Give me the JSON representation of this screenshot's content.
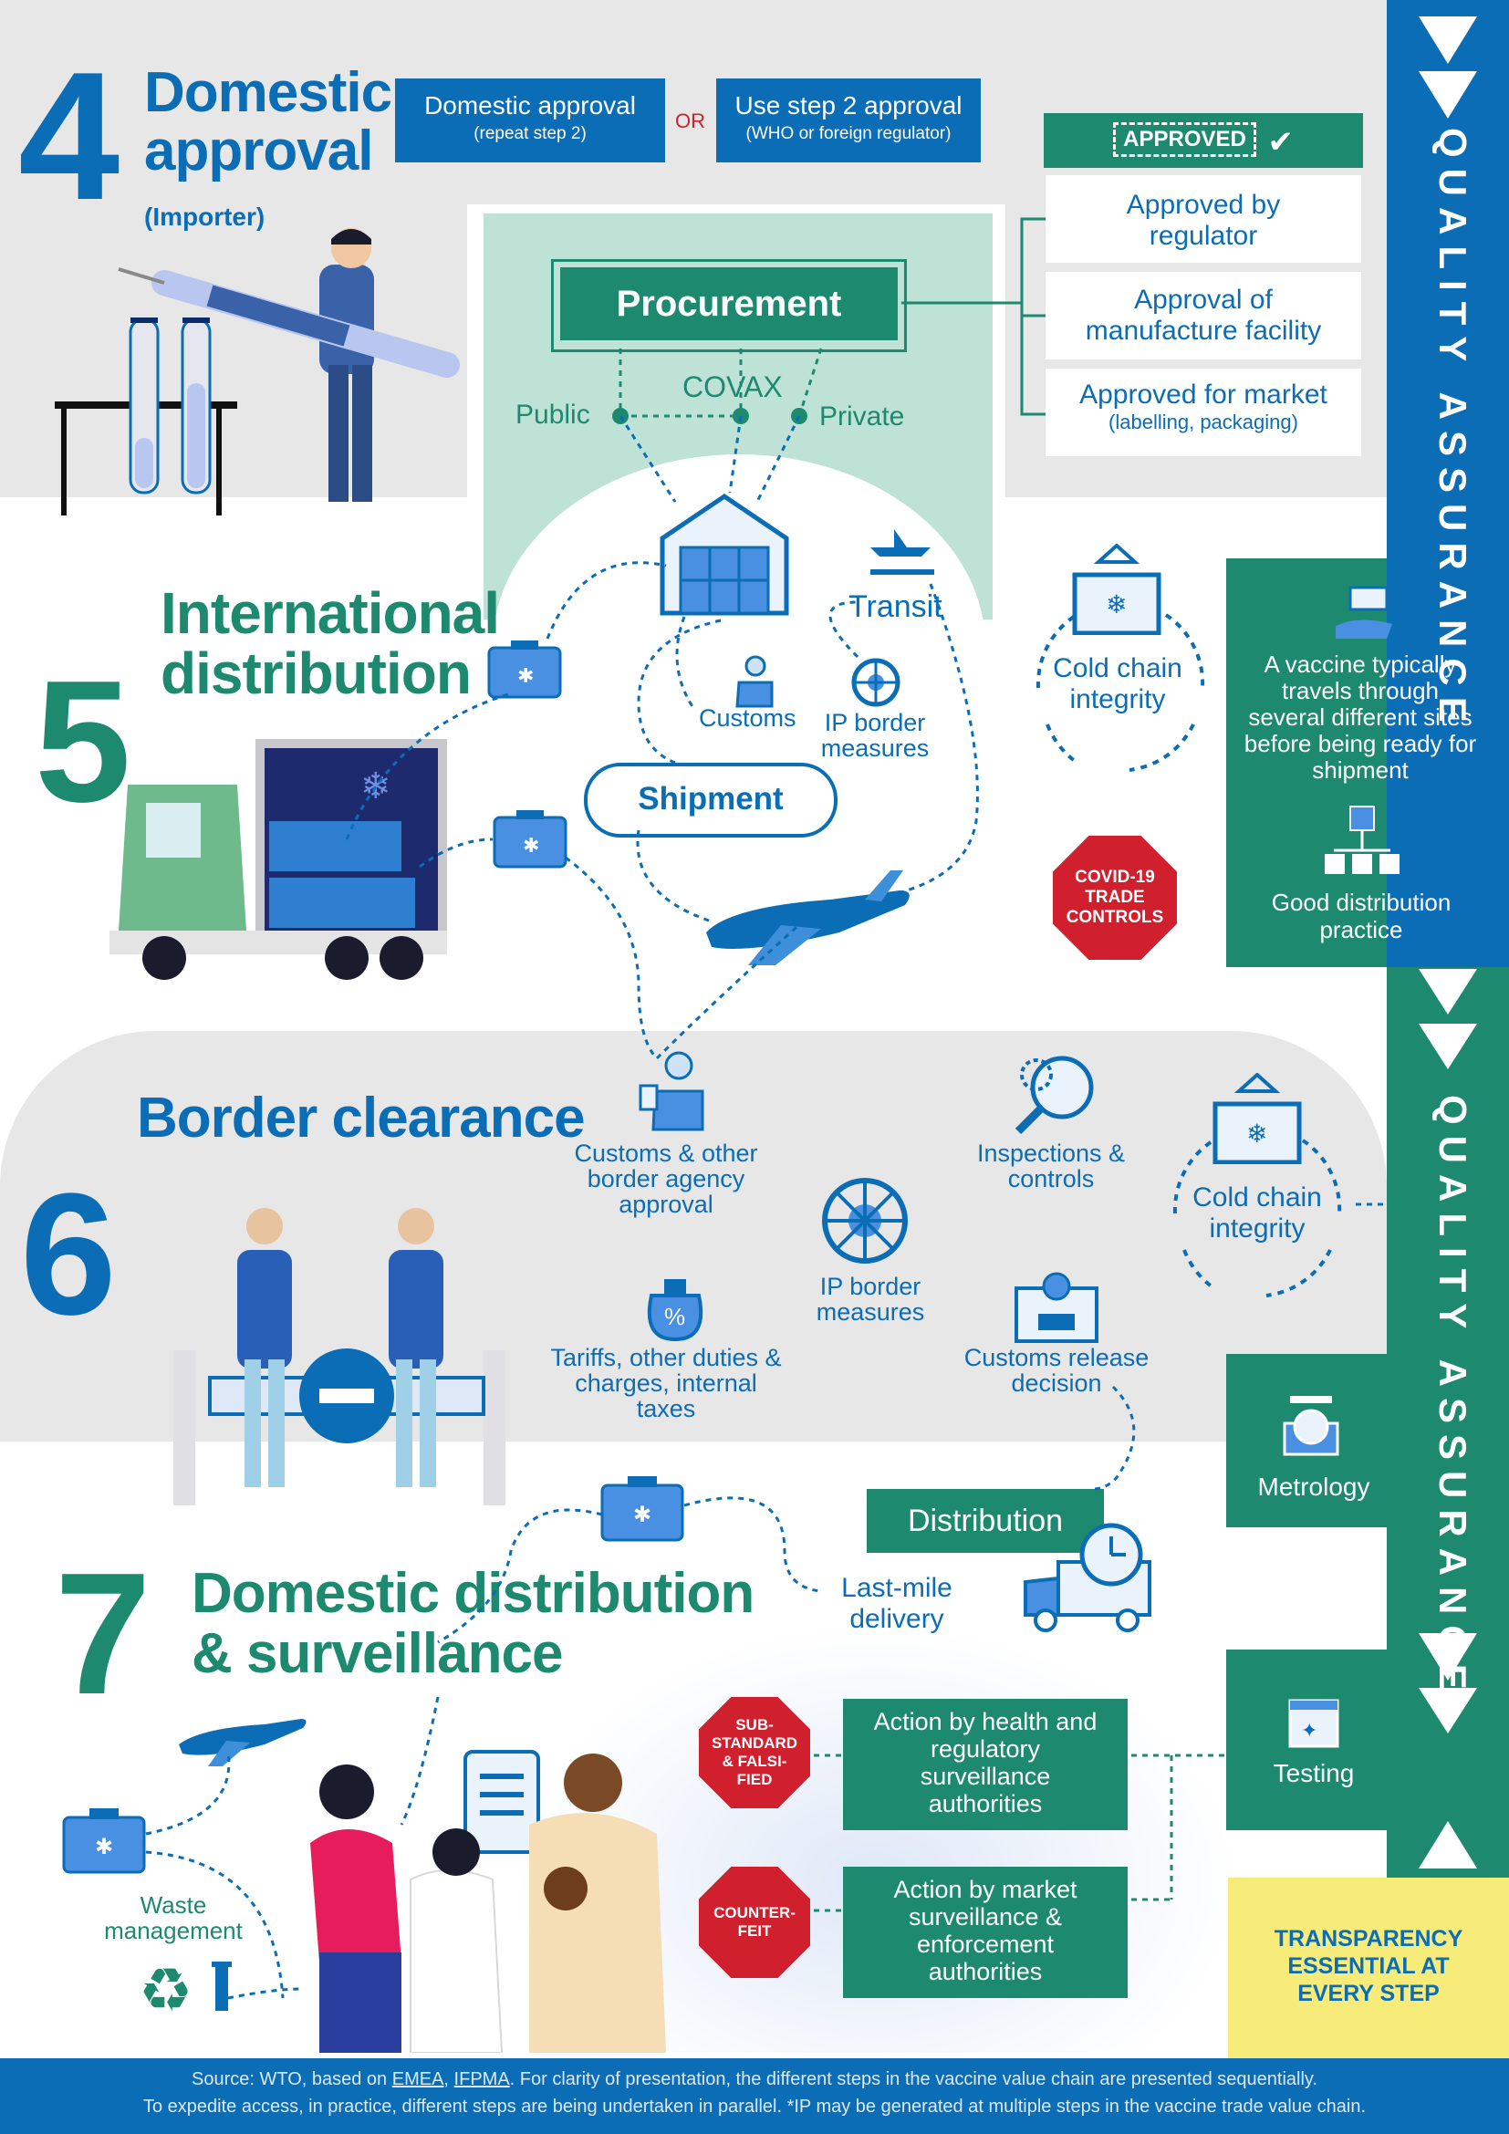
{
  "step4": {
    "number": "4",
    "title_line1": "Domestic",
    "title_line2": "approval",
    "subtitle": "(Importer)",
    "box1_label": "Domestic approval",
    "box1_sub": "(repeat step 2)",
    "or_label": "OR",
    "box2_label": "Use step 2 approval",
    "box2_sub": "(WHO or foreign regulator)",
    "approved_stamp": "APPROVED",
    "approvals": [
      {
        "label": "Approved by regulator",
        "sub": ""
      },
      {
        "label": "Approval of manufacture facility",
        "sub": ""
      },
      {
        "label": "Approved for market",
        "sub": "(labelling, packaging)"
      }
    ],
    "procurement": "Procurement",
    "public": "Public",
    "covax": "COVAX",
    "private": "Private"
  },
  "step5": {
    "number": "5",
    "title_line1": "International",
    "title_line2": "distribution",
    "transit": "Transit",
    "customs": "Customs",
    "ip_border": "IP border measures",
    "shipment": "Shipment",
    "cold_chain": "Cold chain integrity",
    "vaccine_travel": "A vaccine typically travels through several different sites before being ready for shipment",
    "good_distribution": "Good distribution practice",
    "covid_controls": "COVID-19 TRADE CONTROLS"
  },
  "step6": {
    "number": "6",
    "title": "Border clearance",
    "customs_approval": "Customs & other border agency approval",
    "inspections": "Inspections & controls",
    "cold_chain": "Cold chain integrity",
    "ip_border": "IP border measures",
    "tariffs": "Tariffs, other duties & charges, internal taxes",
    "release": "Customs release decision",
    "metrology": "Metrology"
  },
  "step7": {
    "number": "7",
    "title_line1": "Domestic distribution",
    "title_line2": "& surveillance",
    "distribution": "Distribution",
    "last_mile": "Last-mile delivery",
    "waste": "Waste management",
    "substandard": "SUB-STANDARD & FALSI-FIED",
    "counterfeit": "COUNTER-FEIT",
    "action_health": "Action by health and regulatory surveillance authorities",
    "action_market": "Action by market surveillance & enforcement authorities",
    "testing": "Testing",
    "transparency": "TRANSPARENCY ESSENTIAL AT EVERY STEP"
  },
  "quality_assurance": "QUALITY ASSURANCE",
  "footer": {
    "line1_prefix": "Source: WTO, based on ",
    "emea": "EMEA",
    "comma": ", ",
    "ifpma": "IFPMA",
    "line1_suffix": ".  For clarity of presentation, the different steps in the vaccine value chain are presented sequentially.",
    "line2": "To expedite access, in practice, different steps are being undertaken in parallel. *IP may be generated at multiple steps in the vaccine trade value chain."
  },
  "colors": {
    "blue": "#0a6db6",
    "green": "#1d8a6f",
    "red": "#d0202e",
    "yellow": "#f7ec7a",
    "grey": "#e7e7e8"
  }
}
